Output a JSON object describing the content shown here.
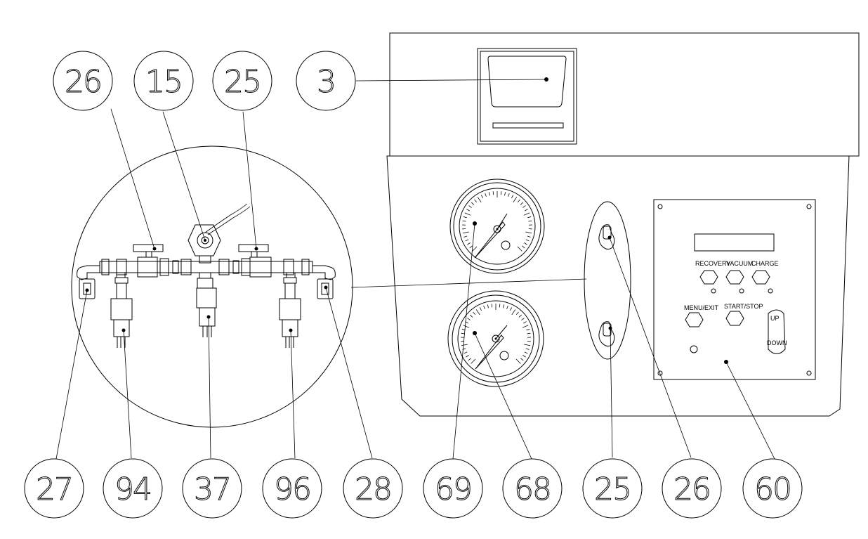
{
  "callouts": {
    "top_26": "26",
    "top_15": "15",
    "top_25": "25",
    "top_3": "3",
    "bottom_27": "27",
    "bottom_94": "94",
    "bottom_37": "37",
    "bottom_96": "96",
    "bottom_28": "28",
    "bottom_69": "69",
    "bottom_68": "68",
    "bottom_25": "25",
    "bottom_26": "26",
    "bottom_60": "60"
  },
  "control_panel": {
    "recovery_label": "RECOVERY",
    "vacuum_label": "VACUUM",
    "charge_label": "CHARGE",
    "menu_exit_label": "MENU/EXIT",
    "start_stop_label": "START/STOP",
    "up_label": "UP",
    "down_label": "DOWN"
  }
}
